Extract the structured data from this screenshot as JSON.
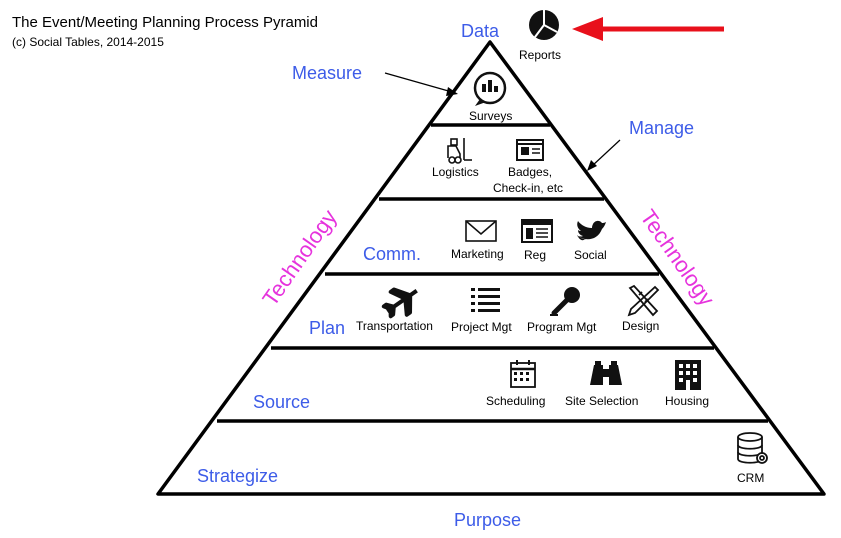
{
  "header": {
    "title": "The Event/Meeting Planning Process Pyramid",
    "subtitle": "(c) Social Tables, 2014-2015"
  },
  "top_label": "Data",
  "bottom_label": "Purpose",
  "side_labels": {
    "left": "Technology",
    "right": "Technology"
  },
  "callouts": {
    "measure": "Measure",
    "manage": "Manage"
  },
  "levels": [
    {
      "name": "",
      "items": [
        {
          "label": "Surveys",
          "icon": "speech-bubble-chart-icon"
        }
      ]
    },
    {
      "name": "",
      "items": [
        {
          "label": "Logistics",
          "icon": "forklift-icon"
        },
        {
          "label": "Badges,",
          "label2": "Check-in, etc",
          "icon": "badge-card-icon"
        }
      ]
    },
    {
      "name": "Comm.",
      "items": [
        {
          "label": "Marketing",
          "icon": "envelope-icon"
        },
        {
          "label": "Reg",
          "icon": "form-window-icon"
        },
        {
          "label": "Social",
          "icon": "bird-icon"
        }
      ]
    },
    {
      "name": "Plan",
      "items": [
        {
          "label": "Transportation",
          "icon": "airplane-icon"
        },
        {
          "label": "Project Mgt",
          "icon": "list-icon"
        },
        {
          "label": "Program Mgt",
          "icon": "microphone-icon"
        },
        {
          "label": "Design",
          "icon": "ruler-pencil-icon"
        }
      ]
    },
    {
      "name": "Source",
      "items": [
        {
          "label": "Scheduling",
          "icon": "calendar-icon"
        },
        {
          "label": "Site Selection",
          "icon": "binoculars-icon"
        },
        {
          "label": "Housing",
          "icon": "building-icon"
        }
      ]
    },
    {
      "name": "Strategize",
      "items": [
        {
          "label": "CRM",
          "icon": "database-icon"
        }
      ]
    }
  ],
  "reports": {
    "label": "Reports",
    "icon": "pie-chart-icon"
  },
  "colors": {
    "blue": "#3d5ce8",
    "magenta": "#e633dd",
    "arrow": "#e8101b"
  }
}
